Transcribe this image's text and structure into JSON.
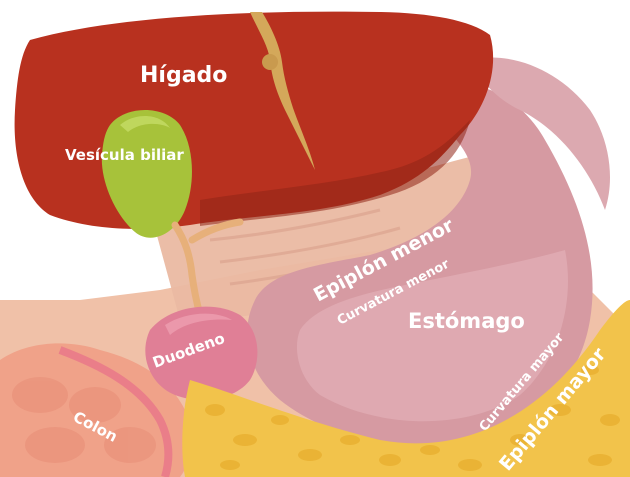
{
  "labels": {
    "liver": "Hígado",
    "gallbladder": "Vesícula biliar",
    "lesser_omentum": "Epiplón menor",
    "lesser_curvature": "Curvatura menor",
    "stomach": "Estómago",
    "duodenum": "Duodeno",
    "greater_curvature": "Curvatura mayor",
    "greater_omentum": "Epiplón mayor",
    "colon": "Colon"
  },
  "colors": {
    "liver": "#b8311f",
    "liver_dark": "#8f2415",
    "gallbladder": "#a7c23a",
    "stomach": "#d69aa2",
    "stomach_light": "#e4b4ba",
    "omentum_lesser": "#e9b9a4",
    "duodenum": "#e07f96",
    "colon": "#f0a289",
    "fat": "#f2c34b",
    "ligament": "#d4a85a"
  }
}
